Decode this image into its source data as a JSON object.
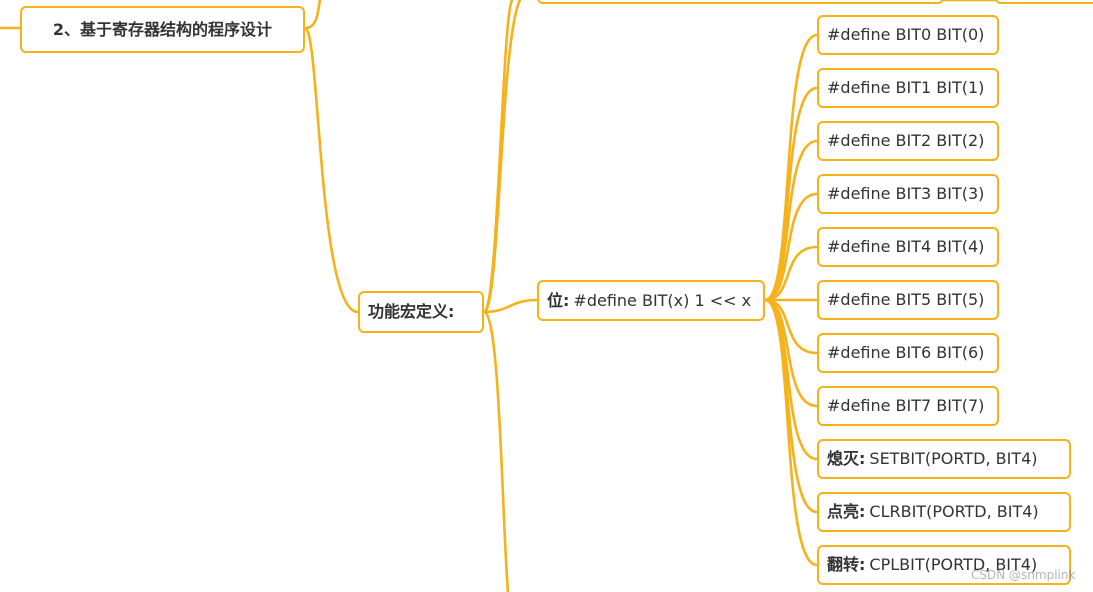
{
  "mindmap": {
    "section_node": "2、基于寄存器结构的程序设计",
    "macro_node": "功能宏定义:",
    "bit_node": {
      "prefix": "位:",
      "text": "#define BIT(x) 1 << x"
    },
    "defines": [
      "#define BIT0 BIT(0)",
      "#define BIT1 BIT(1)",
      "#define BIT2 BIT(2)",
      "#define BIT3 BIT(3)",
      "#define BIT4 BIT(4)",
      "#define BIT5 BIT(5)",
      "#define BIT6 BIT(6)",
      "#define BIT7 BIT(7)"
    ],
    "actions": [
      {
        "prefix": "熄灭:",
        "text": "SETBIT(PORTD, BIT4)"
      },
      {
        "prefix": "点亮:",
        "text": "CLRBIT(PORTD, BIT4)"
      },
      {
        "prefix": "翻转:",
        "text": "CPLBIT(PORTD, BIT4)"
      }
    ]
  },
  "watermark": "CSDN @snmplink",
  "colors": {
    "connector": "#f5b21b",
    "border": "#f5b21b",
    "text": "#333333"
  }
}
